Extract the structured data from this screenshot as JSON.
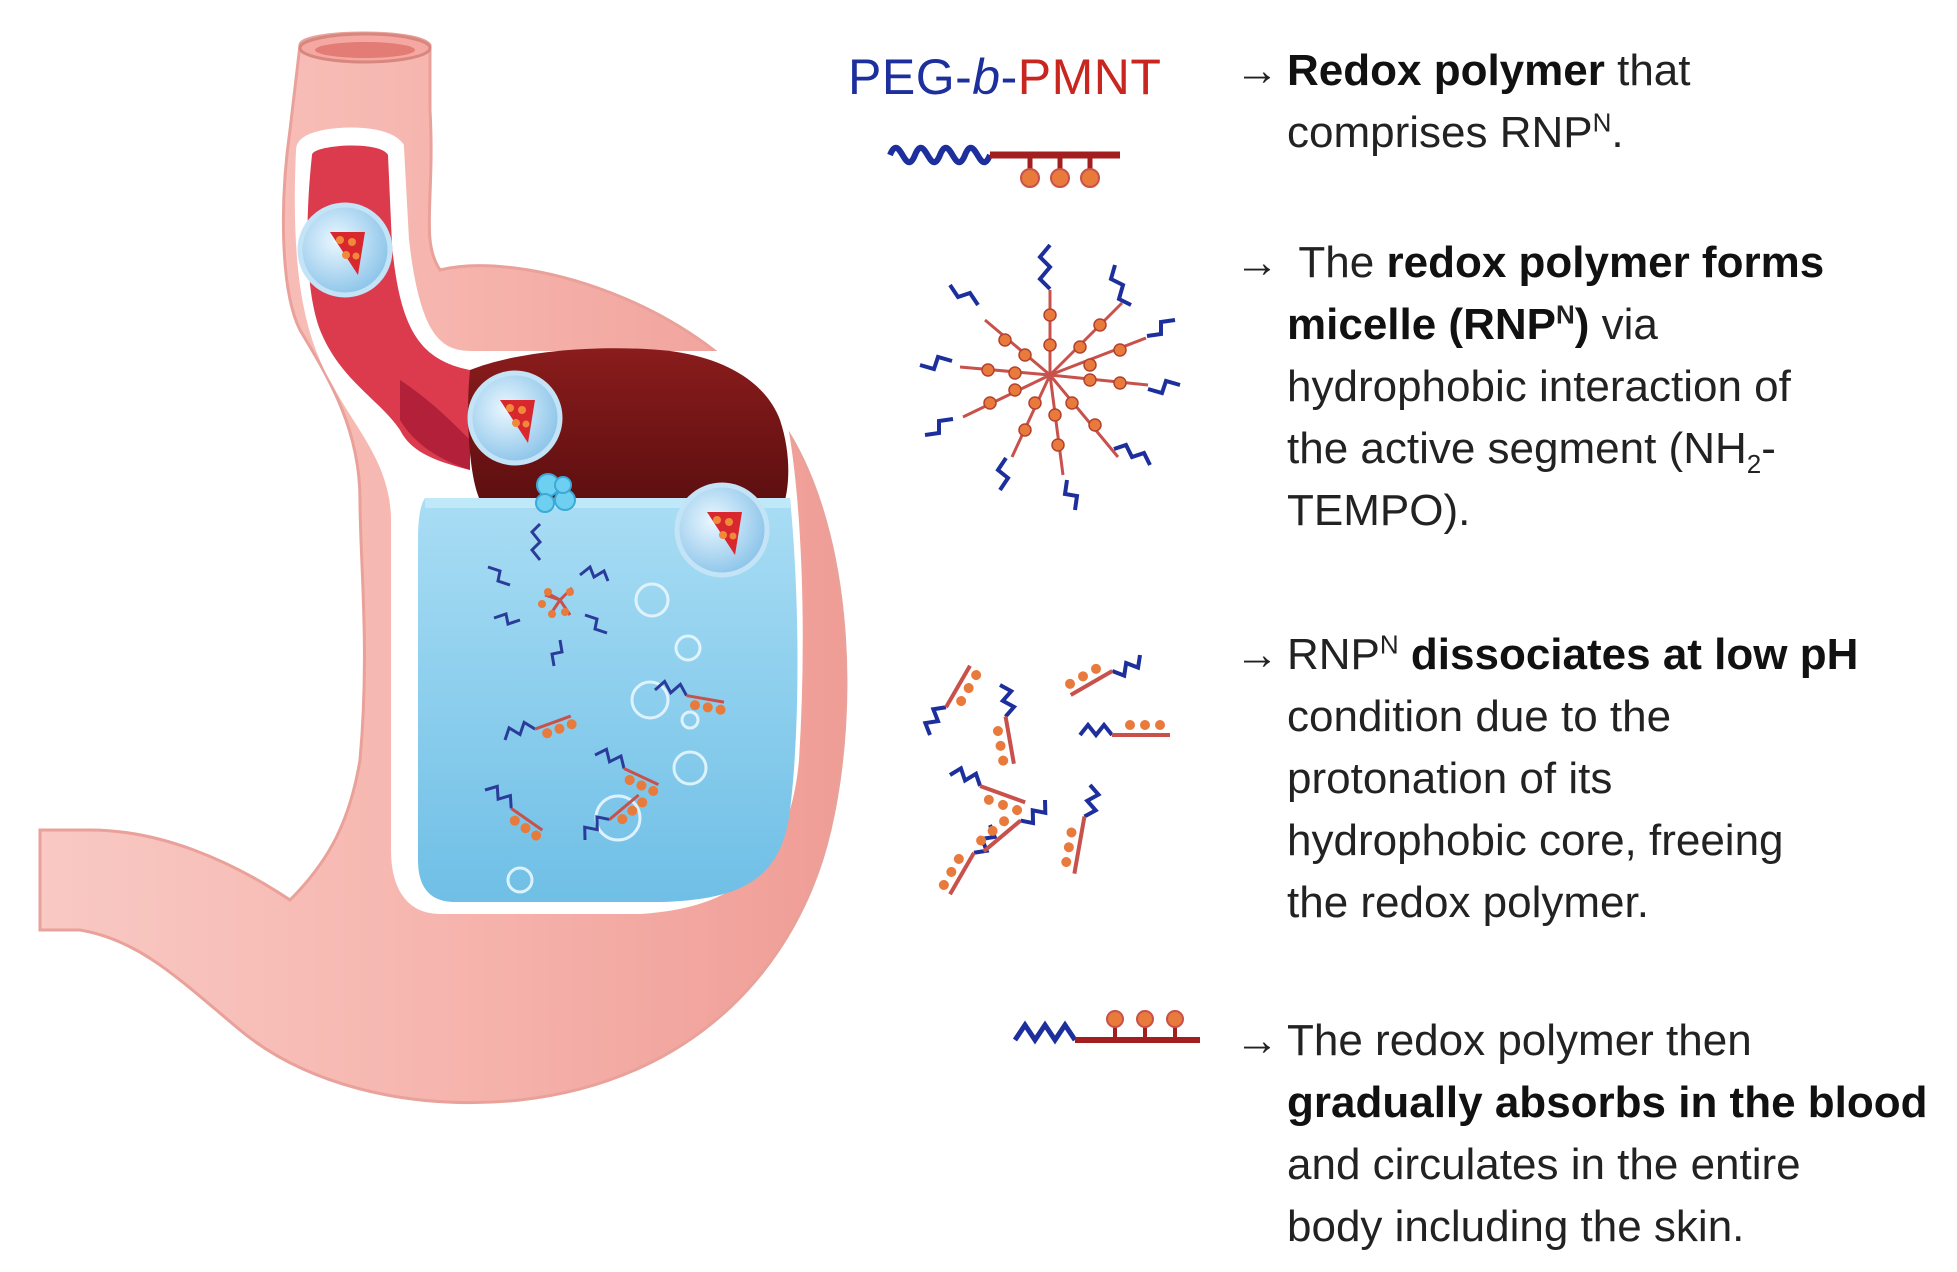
{
  "title": {
    "part1": "PEG-",
    "part2": "b",
    "part3": "-",
    "part4": "PMNT"
  },
  "colors": {
    "peg_blue": "#1c2f9c",
    "pmnt_red": "#c8261f",
    "bead_orange": "#e87a3c",
    "stomach_pink": "#f6b8b3",
    "gastric_fluid": "#8fd0ee",
    "food_brown": "#7a1616"
  },
  "steps": [
    {
      "arrow": "→",
      "lines": [
        {
          "bold": "Redox polymer",
          "rest": " that"
        },
        {
          "text": "comprises RNP",
          "sup": "N",
          "after": "."
        }
      ]
    },
    {
      "arrow": "→",
      "lines": [
        {
          "pre": " The ",
          "bold": "redox polymer forms"
        },
        {
          "bold": "micelle (RNP",
          "sup": "N",
          "bold2": ")",
          "rest": " via"
        },
        {
          "text": "hydrophobic interaction of"
        },
        {
          "text": "the active segment (NH",
          "sub": "2",
          "after": "-"
        },
        {
          "text": "TEMPO)."
        }
      ]
    },
    {
      "arrow": "→",
      "lines": [
        {
          "text": "RNP",
          "sup": "N",
          "bold": " dissociates at low pH"
        },
        {
          "text": "condition due to the"
        },
        {
          "text": "protonation of its"
        },
        {
          "text": "hydrophobic core, freeing"
        },
        {
          "text": "the redox polymer."
        }
      ]
    },
    {
      "arrow": "→",
      "lines": [
        {
          "text": "The redox polymer then"
        },
        {
          "bold": "gradually absorbs in the blood"
        },
        {
          "text": "and circulates  in the entire"
        },
        {
          "text": "body including the skin."
        }
      ]
    }
  ]
}
